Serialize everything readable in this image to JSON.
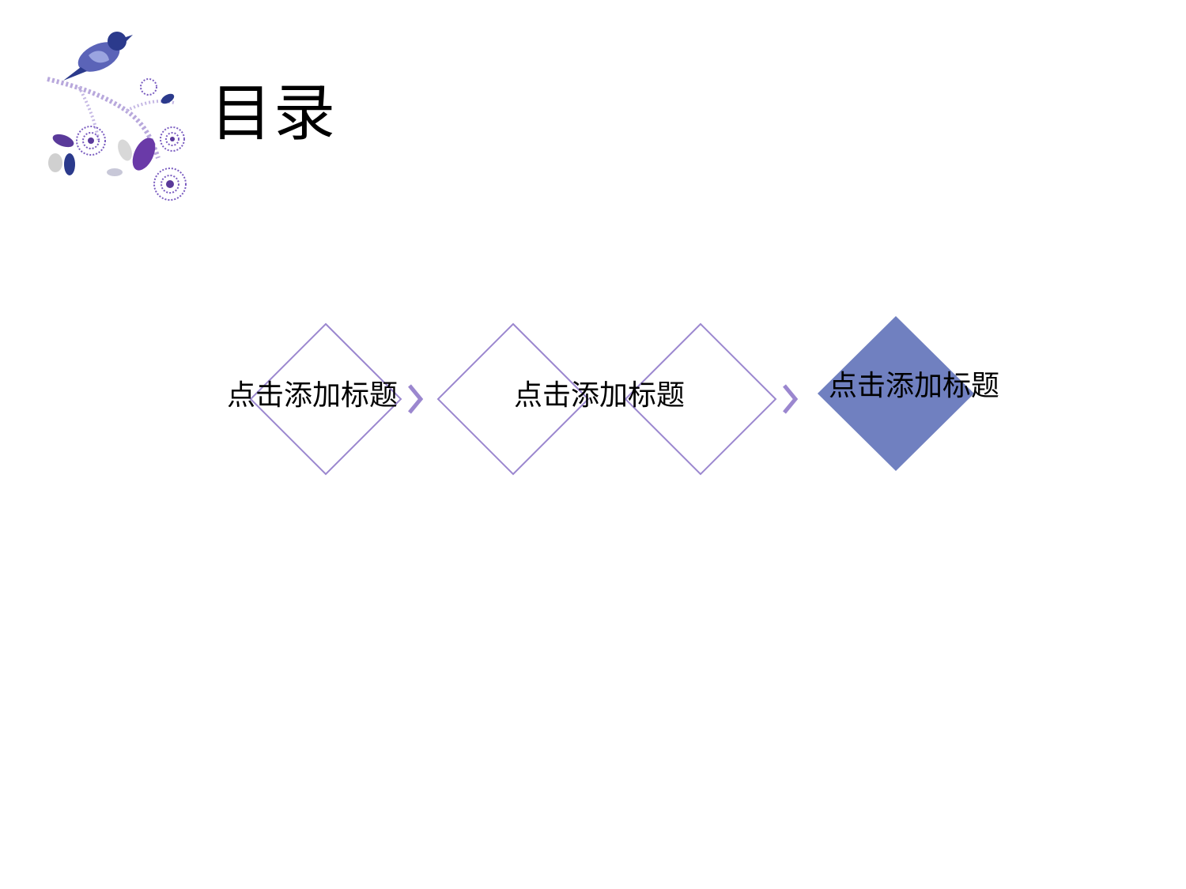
{
  "slide": {
    "title": "目录",
    "accent_color": "#7080c0",
    "outline_color": "#9b87cf",
    "decoration": "bird-on-flowering-branch-icon"
  },
  "steps": [
    {
      "label": "点击添加标题",
      "style": "outline"
    },
    {
      "label": "点击添加标题",
      "style": "outline"
    },
    {
      "label": "点击添加标题",
      "style": "filled"
    }
  ]
}
